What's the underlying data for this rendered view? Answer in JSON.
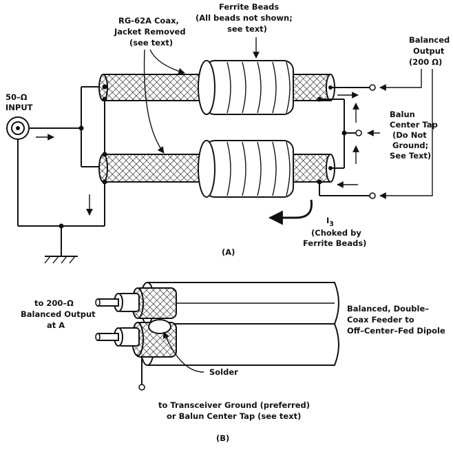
{
  "labels": {
    "coax_line1": "RG-62A Coax,",
    "coax_line2": "Jacket Removed",
    "coax_line3": "(see text)",
    "ferrite_line1": "Ferrite Beads",
    "ferrite_line2": "(All beads not shown;",
    "ferrite_line3": "see text)",
    "input_line1": "50–Ω",
    "input_line2": "INPUT",
    "balanced_line1": "Balanced",
    "balanced_line2": "Output",
    "balanced_line3": "(200 Ω)",
    "tap_line1": "Balun",
    "tap_line2": "Center Tap",
    "tap_line3": "(Do Not",
    "tap_line4": "Ground;",
    "tap_line5": "See Text)",
    "i3_main": "I",
    "i3_sub": "3",
    "choked_line1": "(Choked by",
    "choked_line2": "Ferrite Beads)",
    "caption_a": "(A)",
    "to200_line1": "to 200–Ω",
    "to200_line2": "Balanced Output",
    "to200_line3": "at A",
    "feeder_line1": "Balanced, Double–",
    "feeder_line2": "Coax Feeder to",
    "feeder_line3": "Off–Center–Fed Dipole",
    "solder": "Solder",
    "ground_line1": "to Transceiver Ground (preferred)",
    "ground_line2": "or Balun Center Tap (see text)",
    "caption_b": "(B)"
  },
  "colors": {
    "ink": "#111111",
    "paper": "#ffffff"
  }
}
